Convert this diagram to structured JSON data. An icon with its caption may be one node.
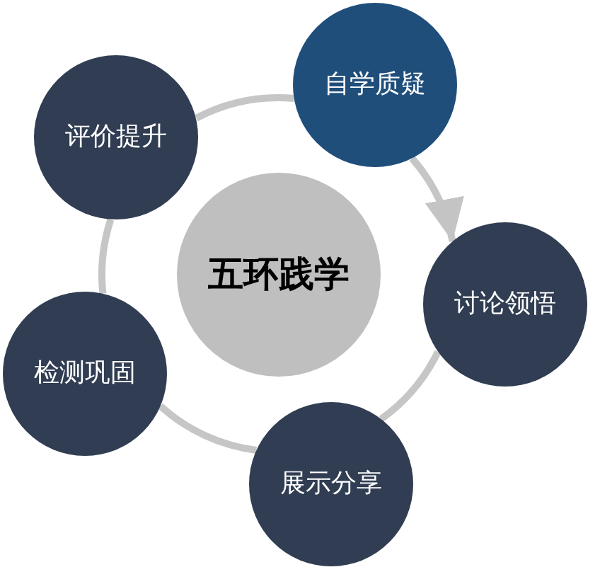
{
  "diagram": {
    "nodes": [
      {
        "text": [
          "五环践学"
        ]
      },
      {
        "text": [
          "自学质疑"
        ]
      },
      {
        "text": [
          "讨论领悟"
        ]
      },
      {
        "text": [
          "展示分享"
        ]
      },
      {
        "text": [
          "检测巩固"
        ]
      },
      {
        "text": [
          "评价提升"
        ]
      }
    ],
    "edges": [
      {
        "from": 1,
        "to": 2,
        "arrow": "to"
      },
      {
        "from": 2,
        "to": 3,
        "arrow": "none"
      },
      {
        "from": 3,
        "to": 4,
        "arrow": "none"
      },
      {
        "from": 4,
        "to": 5,
        "arrow": "none"
      },
      {
        "from": 5,
        "to": 1,
        "arrow": "none"
      }
    ]
  }
}
